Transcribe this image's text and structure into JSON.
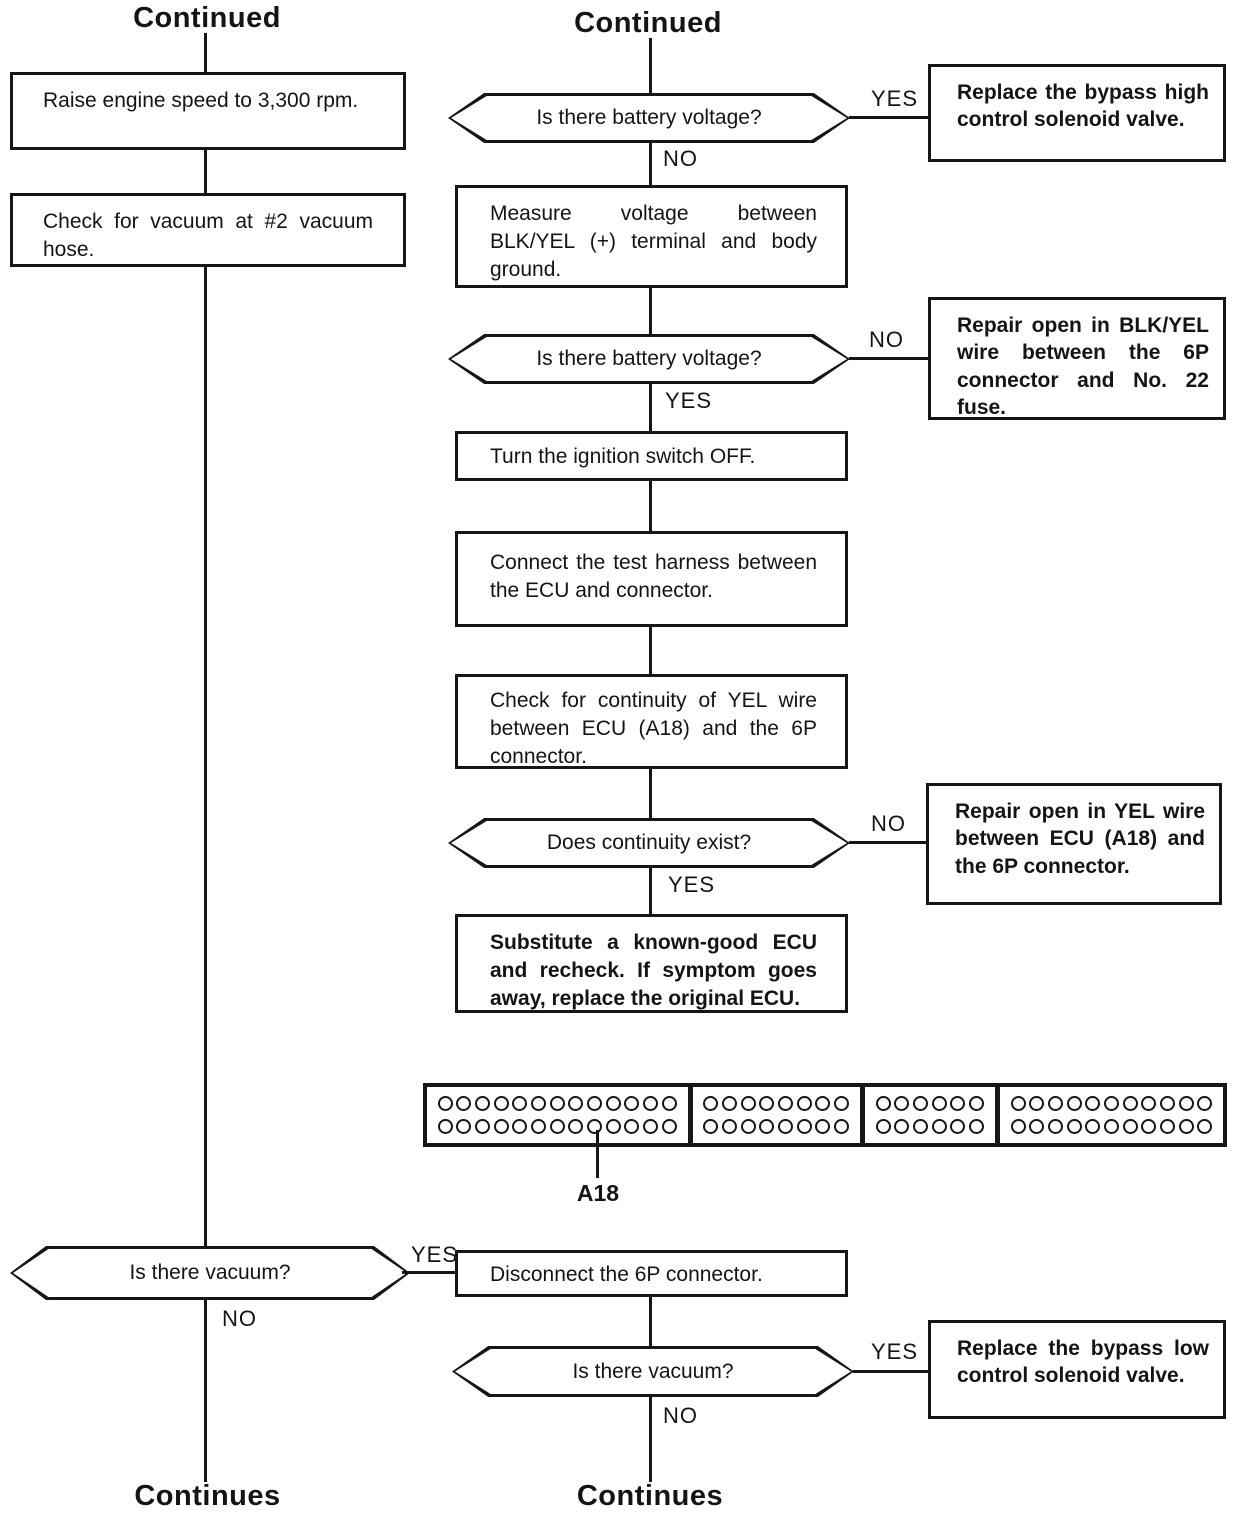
{
  "labels": {
    "yes": "YES",
    "no": "NO"
  },
  "left_flow": {
    "header": "Continued",
    "raise_speed": "Raise engine speed to 3,300 rpm.",
    "check_vacuum": "Check for vacuum at #2 vacuum hose.",
    "is_there_vacuum": "Is there vacuum?",
    "footer": "Continues"
  },
  "right_flow": {
    "header": "Continued",
    "battery_voltage_1": "Is there battery voltage?",
    "replace_high": "Replace the bypass high control solenoid valve.",
    "measure_voltage": "Measure voltage between BLK/YEL (+) terminal and body ground.",
    "battery_voltage_2": "Is there battery voltage?",
    "repair_blk_yel": "Repair open in BLK/YEL wire between the 6P connector and No. 22 fuse.",
    "ignition_off": "Turn the ignition switch OFF.",
    "connect_harness": "Connect the test harness between the ECU and connector.",
    "check_continuity": "Check for continuity of YEL wire between ECU (A18) and the 6P connector.",
    "continuity_exist": "Does continuity exist?",
    "repair_yel": "Repair open in YEL wire between ECU (A18) and the 6P connector.",
    "substitute_ecu": "Substitute a known-good ECU and recheck. If symptom goes away, replace the original ECU.",
    "disconnect_6p": "Disconnect the 6P connector.",
    "is_there_vacuum": "Is there vacuum?",
    "replace_low": "Replace the bypass low control solenoid valve.",
    "footer": "Continues"
  },
  "connector": {
    "label": "A18",
    "rows": 2,
    "sections": [
      {
        "columns": 13
      },
      {
        "columns": 8
      },
      {
        "columns": 6
      },
      {
        "columns": 11
      }
    ]
  }
}
